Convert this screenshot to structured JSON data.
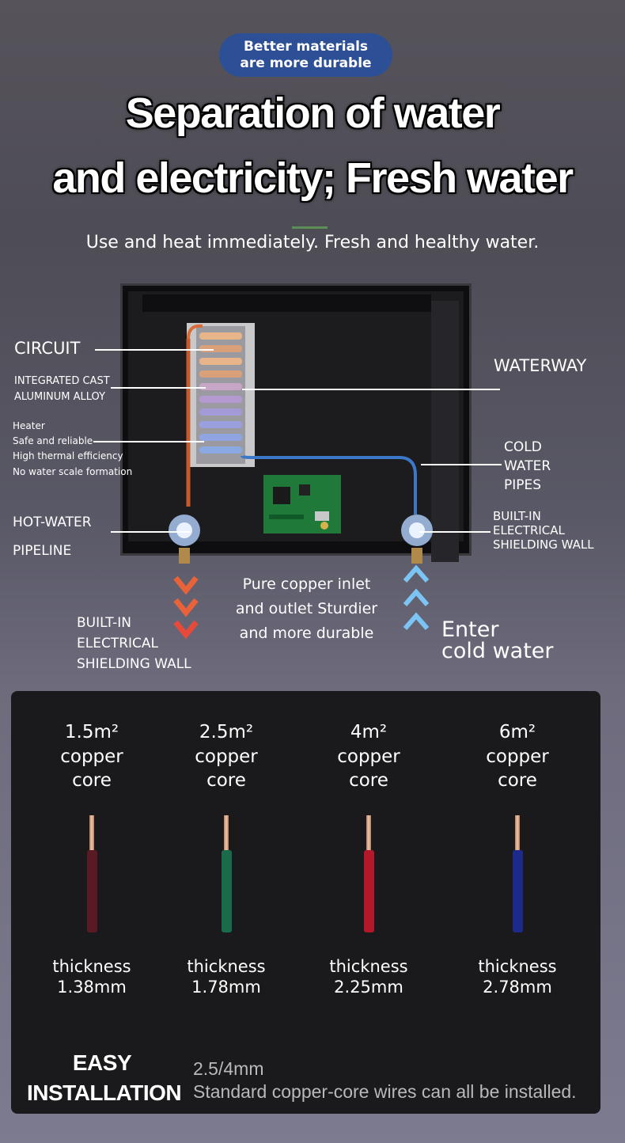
{
  "badge": {
    "line1": "Better materials",
    "line2": "are more durable"
  },
  "headline": {
    "line1": "Separation of water",
    "line2": "and electricity; Fresh water"
  },
  "subtitle": "Use and heat immediately. Fresh and healthy water.",
  "diagram": {
    "circuit": "CIRCUIT",
    "alloy_line1": "INTEGRATED CAST",
    "alloy_line2": "ALUMINUM ALLOY",
    "heater": [
      "Heater",
      "Safe and reliable",
      "High thermal efficiency",
      "No water scale formation"
    ],
    "hot_line1": "HOT-WATER",
    "hot_line2": "PIPELINE",
    "waterway": "WATERWAY",
    "cold_pipes": [
      "COLD",
      "WATER",
      "PIPES"
    ],
    "shield_right": [
      "BUILT-IN",
      "ELECTRICAL",
      "SHIELDING WALL"
    ],
    "shield_left": [
      "BUILT-IN",
      "ELECTRICAL",
      "SHIELDING WALL"
    ],
    "copper": [
      "Pure copper inlet",
      "and outlet Sturdier",
      "and more durable"
    ],
    "enter_line1": "Enter",
    "enter_line2": "cold water"
  },
  "wires": [
    {
      "size": "1.5m²",
      "word1": "copper",
      "word2": "core",
      "thick_label": "thickness",
      "thick_value": "1.38mm",
      "color": "#5a1a24"
    },
    {
      "size": "2.5m²",
      "word1": "copper",
      "word2": "core",
      "thick_label": "thickness",
      "thick_value": "1.78mm",
      "color": "#1a6b4a"
    },
    {
      "size": "4m²",
      "word1": "copper",
      "word2": "core",
      "thick_label": "thickness",
      "thick_value": "2.25mm",
      "color": "#b3172a"
    },
    {
      "size": "6m²",
      "word1": "copper",
      "word2": "core",
      "thick_label": "thickness",
      "thick_value": "2.78mm",
      "color": "#1d2a8a"
    }
  ],
  "install": {
    "line1": "EASY",
    "line2": "INSTALLATION",
    "detail1": "2.5/4mm",
    "detail2": "Standard copper-core wires can all be installed."
  }
}
